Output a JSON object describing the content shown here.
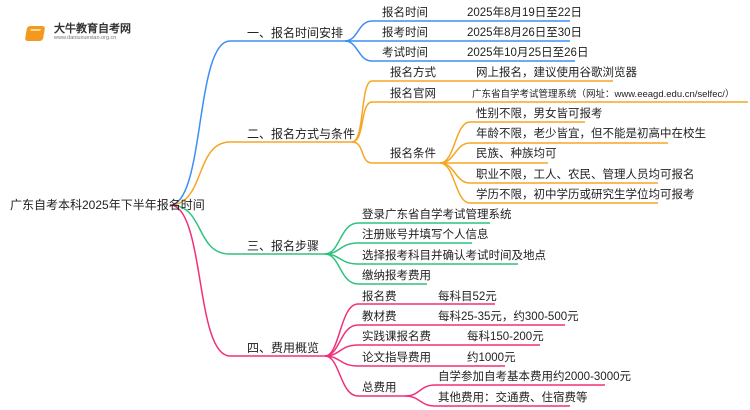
{
  "logo": {
    "title": "大牛教育自考网",
    "url": "www.daniuxuexiao.org.cn"
  },
  "root": "广东自考本科2025年下半年报名时间",
  "colors": {
    "blue": "#3d8ef5",
    "orange": "#f5a623",
    "green": "#2ec27e",
    "pink": "#f0307a"
  },
  "branch1": {
    "label": "一、报名时间安排",
    "items": [
      {
        "label": "报名时间",
        "value": "2025年8月19日至22日"
      },
      {
        "label": "报考时间",
        "value": "2025年8月26日至30日"
      },
      {
        "label": "考试时间",
        "value": "2025年10月25日至26日"
      }
    ]
  },
  "branch2": {
    "label": "二、报名方式与条件",
    "method": {
      "label": "报名方式",
      "value": "网上报名，建议使用谷歌浏览器"
    },
    "site": {
      "label": "报名官网",
      "value": "广东省自学考试管理系统（网址：www.eeagd.edu.cn/selfec/）"
    },
    "conditions": {
      "label": "报名条件",
      "items": [
        "性别不限，男女皆可报考",
        "年龄不限，老少皆宜，但不能是初高中在校生",
        "民族、种族均可",
        "职业不限，工人、农民、管理人员均可报名",
        "学历不限，初中学历或研究生学位均可报考"
      ]
    }
  },
  "branch3": {
    "label": "三、报名步骤",
    "items": [
      "登录广东省自学考试管理系统",
      "注册账号并填写个人信息",
      "选择报考科目并确认考试时间及地点",
      "缴纳报考费用"
    ]
  },
  "branch4": {
    "label": "四、费用概览",
    "items": [
      {
        "label": "报名费",
        "value": "每科目52元"
      },
      {
        "label": "教材费",
        "value": "每科25-35元，约300-500元"
      },
      {
        "label": "实践课报名费",
        "value": "每科150-200元"
      },
      {
        "label": "论文指导费用",
        "value": "约1000元"
      }
    ],
    "total": {
      "label": "总费用",
      "items": [
        "自学参加自考基本费用约2000-3000元",
        "其他费用：交通费、住宿费等"
      ]
    }
  }
}
